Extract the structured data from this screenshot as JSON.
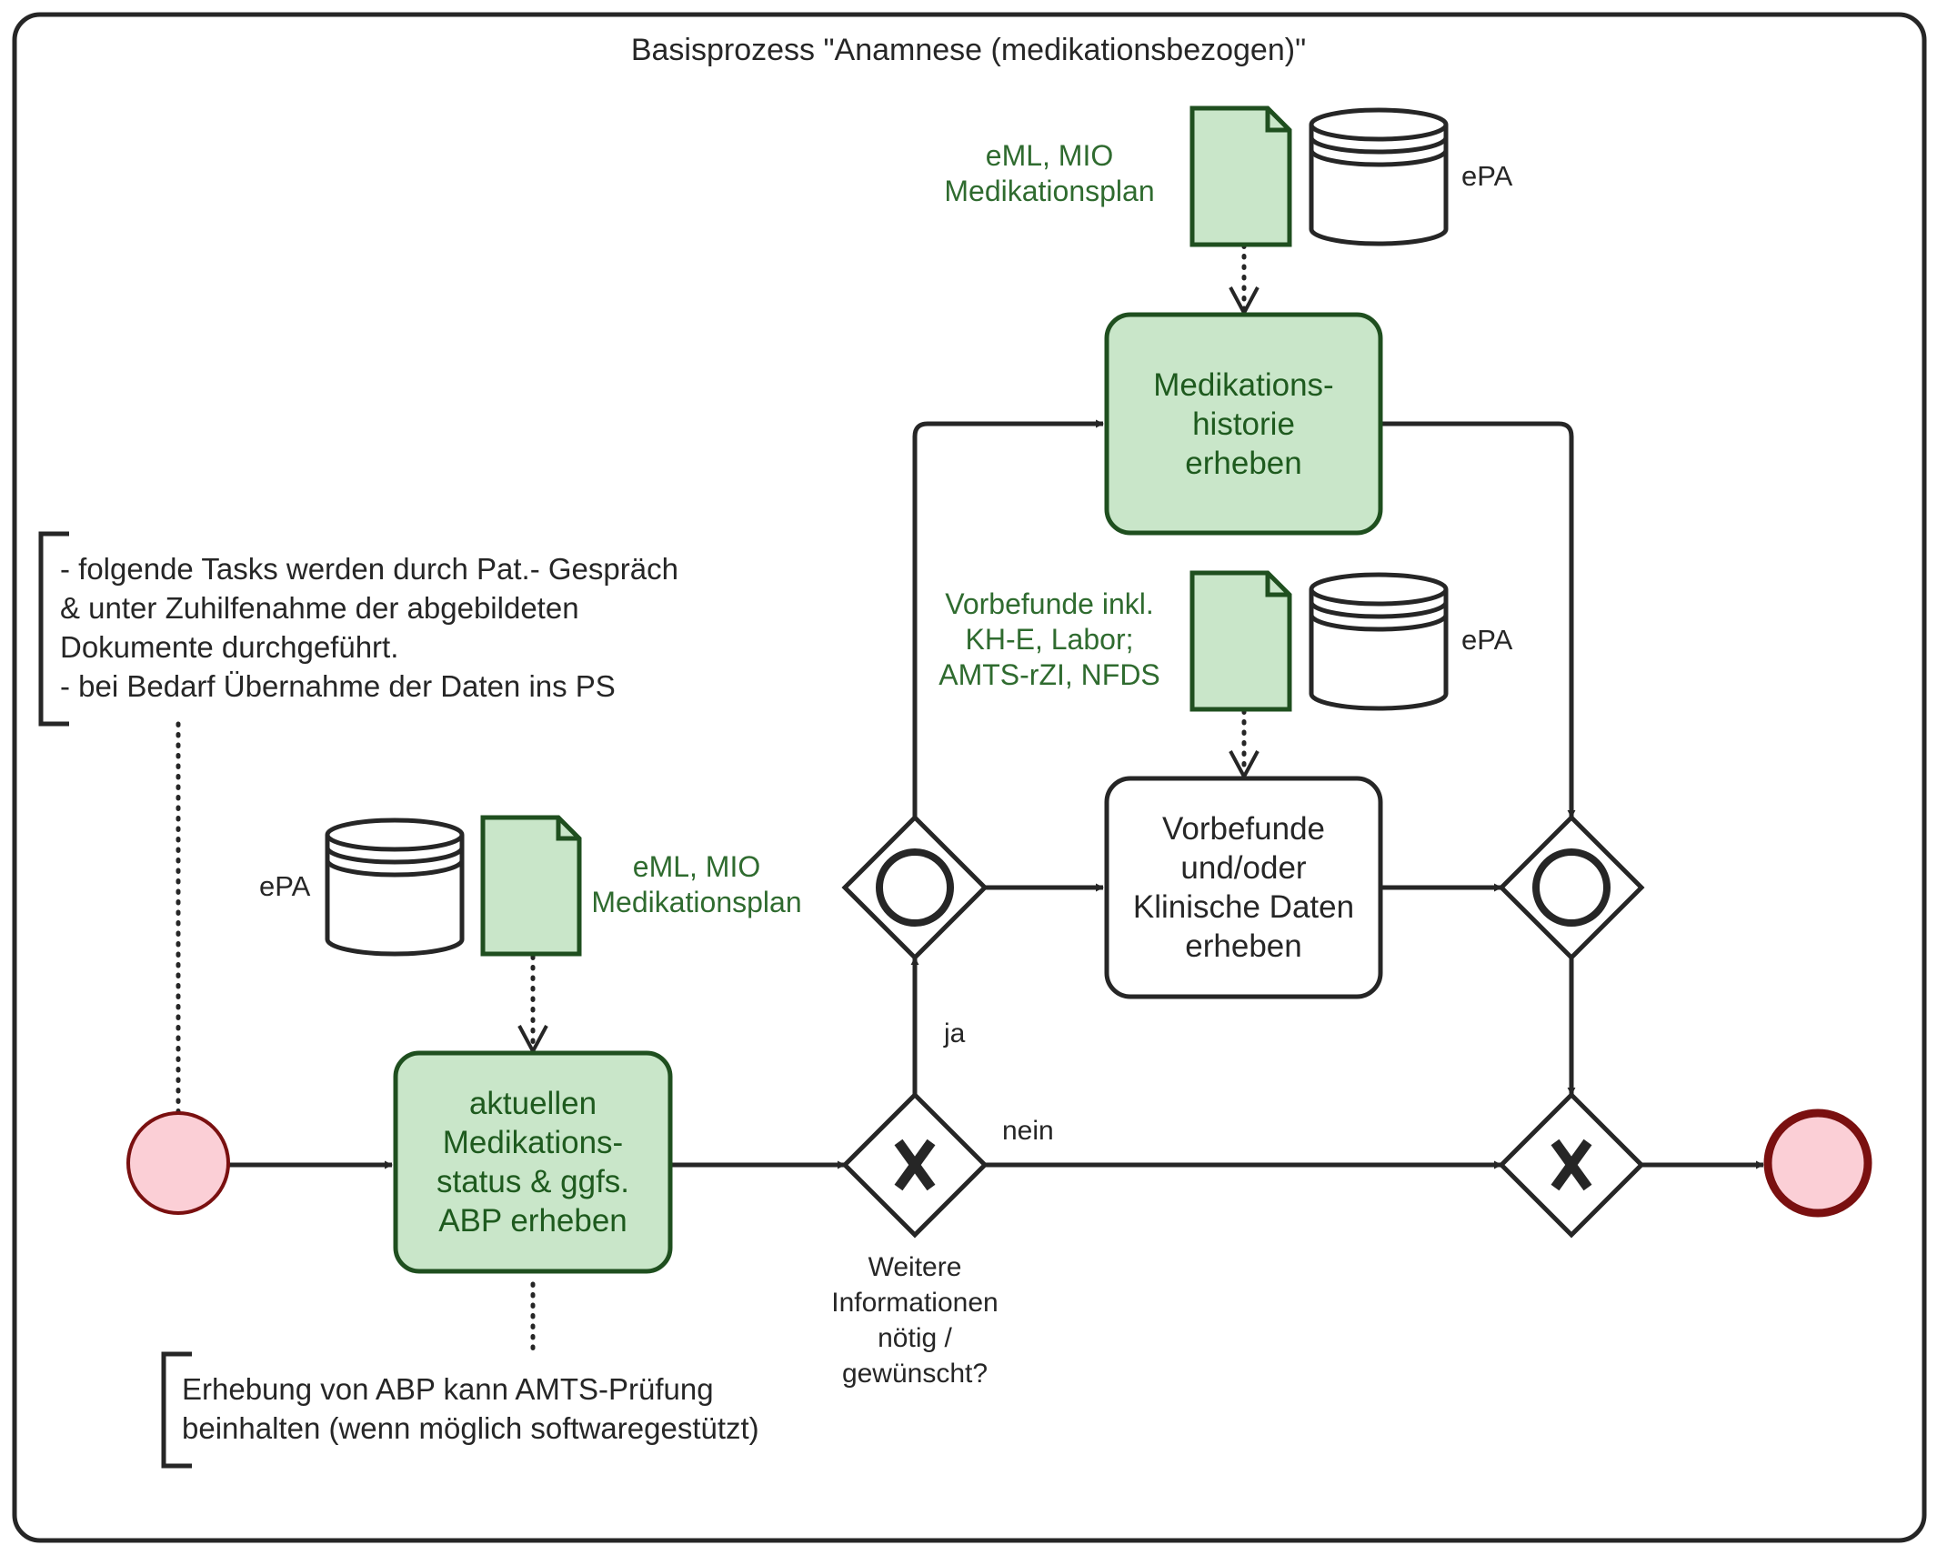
{
  "diagram": {
    "title": "Basisprozess \"Anamnese (medikationsbezogen)\"",
    "colors": {
      "line": "#262626",
      "task_green_fill": "#c9e6c9",
      "task_green_stroke": "#1f4f1f",
      "task_green_text": "#1e5a1e",
      "doc_text": "#2f6b2f",
      "event_fill": "#fbcfd6",
      "event_stroke": "#7a1010"
    },
    "events": {
      "start": "start-event",
      "end": "end-event"
    },
    "tasks": {
      "current_status": [
        "aktuellen",
        "Medikations-",
        "status & ggfs.",
        "ABP erheben"
      ],
      "history": [
        "Medikations-",
        "historie",
        "erheben"
      ],
      "findings": [
        "Vorbefunde",
        "und/oder",
        "Klinische Daten",
        "erheben"
      ]
    },
    "data_objects": {
      "current_doc": [
        "eML, MIO",
        "Medikationsplan"
      ],
      "history_doc": [
        "eML, MIO",
        "Medikationsplan"
      ],
      "findings_doc": [
        "Vorbefunde inkl.",
        "KH-E, Labor;",
        "AMTS-rZI, NFDS"
      ]
    },
    "data_stores": {
      "current": "ePA",
      "history": "ePA",
      "findings": "ePA"
    },
    "gateways": {
      "decision_question": [
        "Weitere",
        "Informationen",
        "nötig /",
        "gewünscht?"
      ],
      "flow_yes": "ja",
      "flow_no": "nein"
    },
    "annotations": {
      "process_note": [
        "- folgende Tasks werden durch Pat.- Gespräch",
        "& unter Zuhilfenahme der abgebildeten",
        "Dokumente durchgeführt.",
        "- bei Bedarf Übernahme der Daten ins PS"
      ],
      "abp_note": [
        "Erhebung von ABP kann AMTS-Prüfung",
        "beinhalten (wenn möglich softwaregestützt)"
      ]
    }
  }
}
